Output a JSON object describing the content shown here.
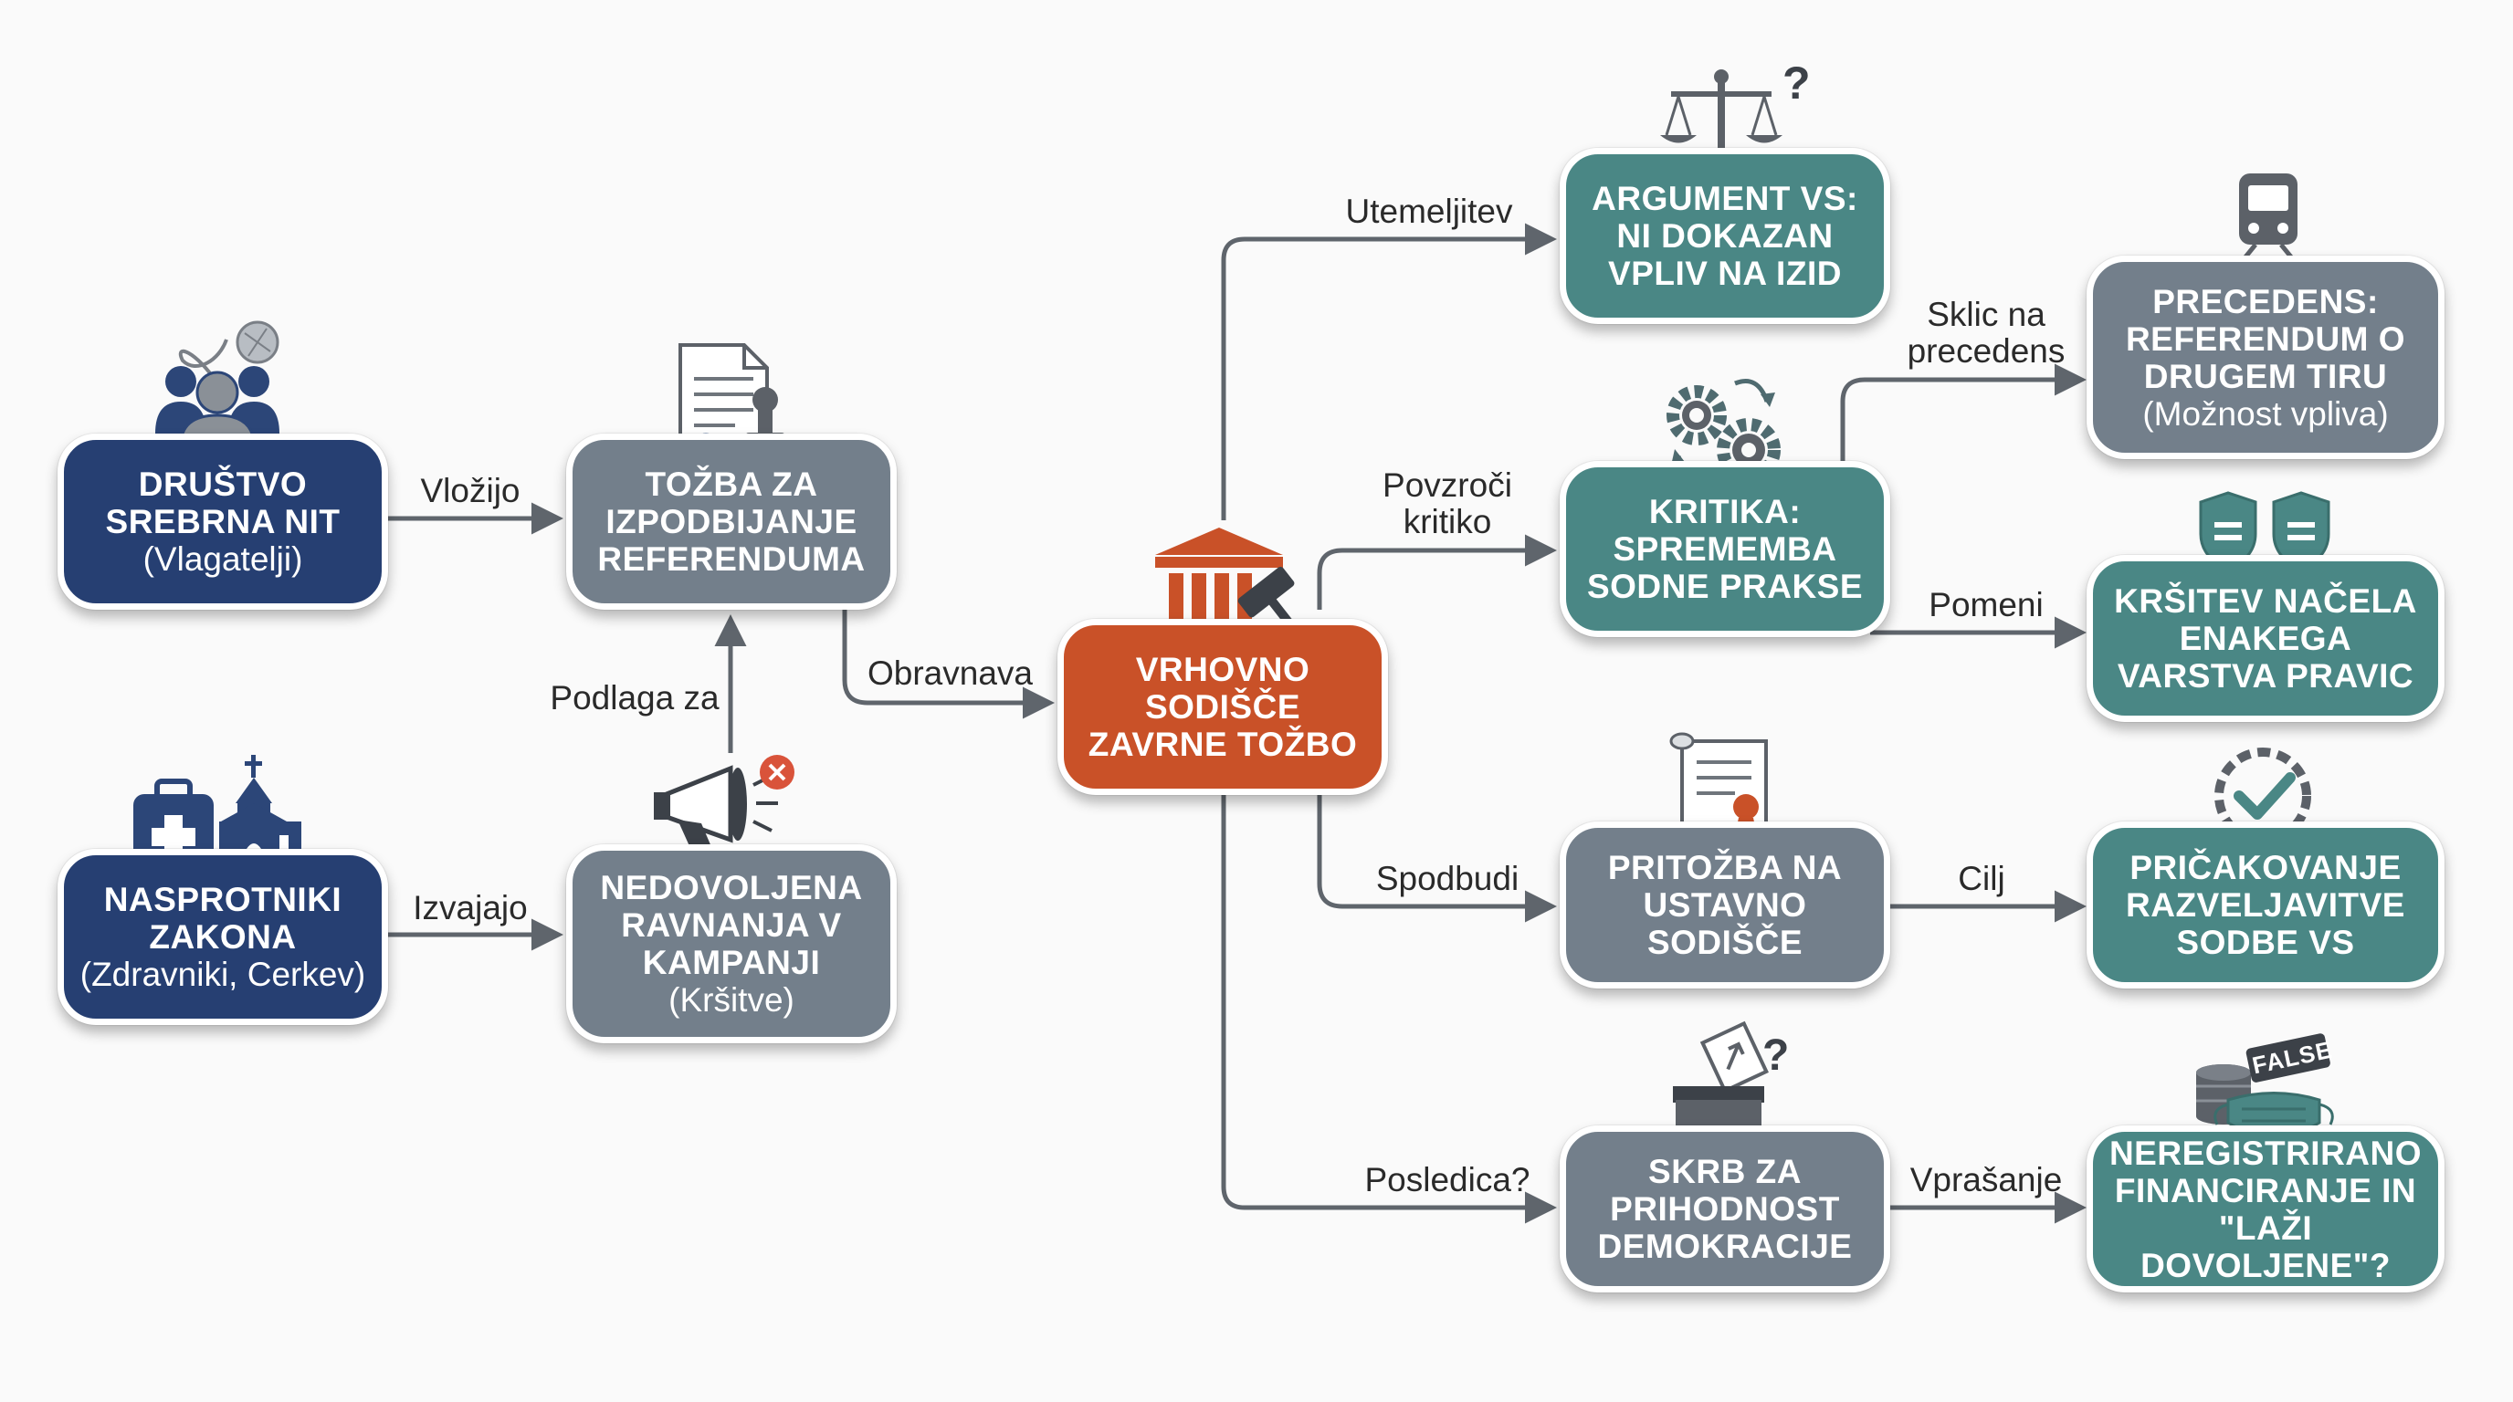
{
  "colors": {
    "navy": "#263f72",
    "gray": "#737f8b",
    "teal": "#4a8785",
    "orange": "#c95128",
    "connector": "#5f656c",
    "background": "#fafafa"
  },
  "nodes": {
    "drustvo": {
      "title": "DRUŠTVO\nSREBRNA NIT",
      "subtitle": "(Vlagatelji)",
      "icon": "group-of-people-icon"
    },
    "nasprotniki": {
      "title": "NASPROTNIKI\nZAKONA",
      "subtitle": "(Zdravniki, Cerkev)",
      "icon": "medical-kit-and-church-icon"
    },
    "tozba": {
      "title": "TOŽBA ZA\nIZPODBIJANJE\nREFERENDUMA",
      "icon": "document-with-stamp-icon"
    },
    "nedovoljena": {
      "title": "NEDOVOLJENA\nRAVNANJA V\nKAMPANJI",
      "subtitle": "(Kršitve)",
      "icon": "megaphone-with-x-icon"
    },
    "vrhovno": {
      "title": "VRHOVNO\nSODIŠČE\nZAVRNE TOŽBO",
      "icon": "courthouse-and-gavel-icon"
    },
    "argument": {
      "title": "ARGUMENT VS:\nNI DOKAZAN\nVPLIV NA IZID",
      "icon": "scales-with-question-icon"
    },
    "kritika": {
      "title": "KRITIKA:\nSPREMEMBA\nSODNE PRAKSE",
      "icon": "gears-cycle-icon"
    },
    "pritozba": {
      "title": "PRITOŽBA NA\nUSTAVNO\nSODIŠČE",
      "icon": "scroll-with-seal-icon"
    },
    "skrb": {
      "title": "SKRB ZA\nPRIHODNOST\nDEMOKRACIJE",
      "icon": "ballot-box-with-question-icon"
    },
    "precedens": {
      "title": "PRECEDENS:\nREFERENDUM O\nDRUGEM TIRU",
      "subtitle": "(Možnost vpliva)",
      "icon": "train-icon"
    },
    "krsitev": {
      "title": "KRŠITEV NAČELA\nENAKEGA\nVARSTVA PRAVIC",
      "icon": "twin-shields-icon"
    },
    "pricakovanje": {
      "title": "PRIČAKOVANJE\nRAZVELJAVITVE\nSODBE VS",
      "icon": "chain-with-checkmark-icon"
    },
    "neregistrirano": {
      "title": "NEREGISTRIRANO\nFINANCIRANJE IN\n\"LAŽI DOVOLJENE\"?",
      "icon": "coins-mask-false-tag-icon",
      "tag": "FALSE"
    }
  },
  "edges": {
    "vlozijo": "Vložijo",
    "izvajajo": "Izvajajo",
    "podlaga_za": "Podlaga za",
    "obravnava": "Obravnava",
    "utemeljitev": "Utemeljitev",
    "povzroci_kritiko": "Povzroči\nkritiko",
    "spodbudi": "Spodbudi",
    "posledica": "Posledica?",
    "sklic_na_precedens": "Sklic na\nprecedens",
    "pomeni": "Pomeni",
    "cilj": "Cilj",
    "vprasanje": "Vprašanje"
  }
}
